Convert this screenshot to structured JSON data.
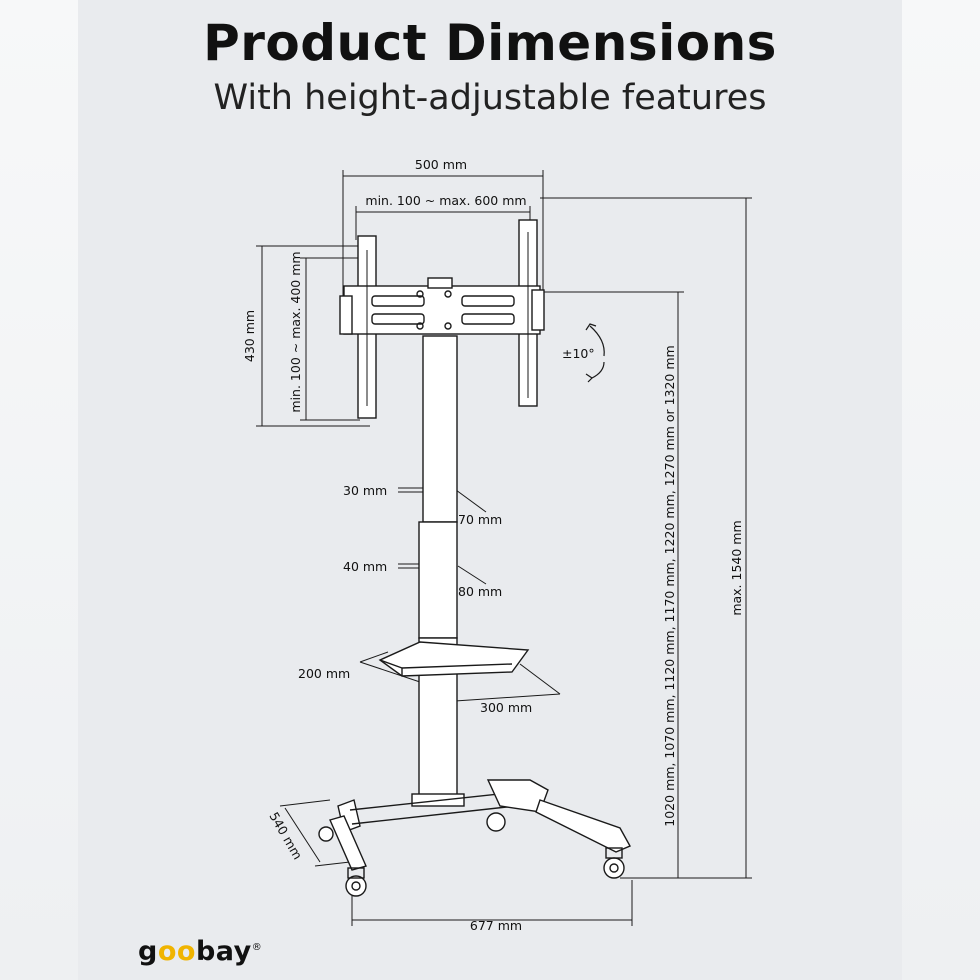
{
  "header": {
    "title": "Product Dimensions",
    "subtitle": "With height-adjustable features"
  },
  "dimensions": {
    "mount_width": "500 mm",
    "vesa_horizontal": "min. 100 ~ max. 600 mm",
    "mount_height": "430 mm",
    "vesa_vertical": "min. 100 ~ max. 400 mm",
    "tilt": "±10°",
    "pole_upper_depth": "30 mm",
    "pole_upper_width": "70 mm",
    "pole_lower_depth": "40 mm",
    "pole_lower_width": "80 mm",
    "shelf_depth": "200 mm",
    "shelf_width": "300 mm",
    "base_depth": "540 mm",
    "base_width": "677 mm",
    "adjustable_heights": "1020 mm, 1070 mm, 1120 mm, 1170 mm, 1220 mm, 1270 mm or 1320 mm",
    "max_height": "max. 1540 mm"
  },
  "brand": {
    "prefix": "g",
    "highlight": "oo",
    "suffix": "bay",
    "mark": "®"
  }
}
